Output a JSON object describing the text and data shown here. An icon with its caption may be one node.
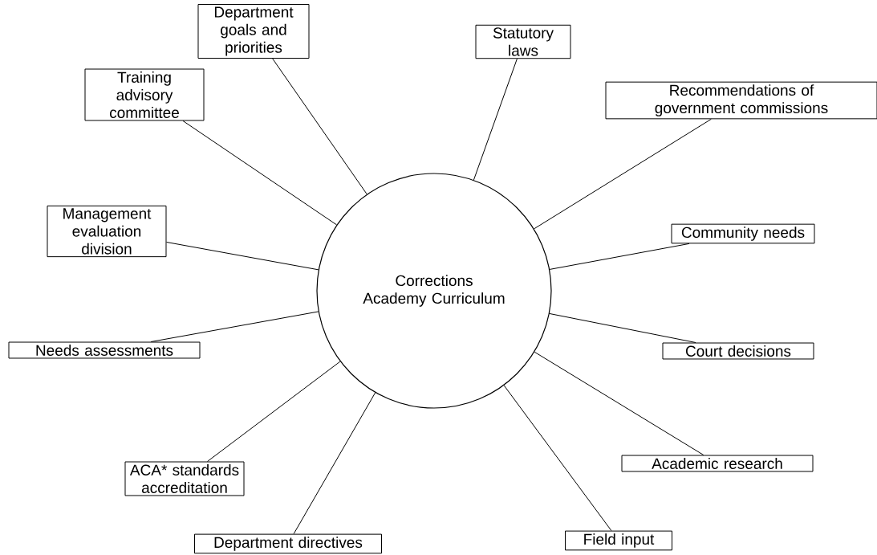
{
  "diagram": {
    "nodes": [
      {
        "text": [
          "Corrections Academy Curriculum"
        ]
      },
      {
        "text": [
          "Department goals and priorities"
        ]
      },
      {
        "text": [
          "Statutory laws"
        ]
      },
      {
        "text": [
          "Training advisory committee"
        ]
      },
      {
        "text": [
          "Recommendations of government commissions"
        ]
      },
      {
        "text": [
          "Management evaluation division"
        ]
      },
      {
        "text": [
          "Community needs"
        ]
      },
      {
        "text": [
          "Needs assessments"
        ]
      },
      {
        "text": [
          "Court decisions"
        ]
      },
      {
        "text": [
          "ACA* standards accreditation"
        ]
      },
      {
        "text": [
          "Academic research"
        ]
      },
      {
        "text": [
          "Department directives"
        ]
      },
      {
        "text": [
          "Field input"
        ]
      }
    ],
    "edges": [
      {
        "from": 1,
        "to": 0,
        "arrow": "none"
      },
      {
        "from": 2,
        "to": 0,
        "arrow": "none"
      },
      {
        "from": 3,
        "to": 0,
        "arrow": "none"
      },
      {
        "from": 4,
        "to": 0,
        "arrow": "none"
      },
      {
        "from": 5,
        "to": 0,
        "arrow": "none"
      },
      {
        "from": 6,
        "to": 0,
        "arrow": "none"
      },
      {
        "from": 7,
        "to": 0,
        "arrow": "none"
      },
      {
        "from": 8,
        "to": 0,
        "arrow": "none"
      },
      {
        "from": 9,
        "to": 0,
        "arrow": "none"
      },
      {
        "from": 10,
        "to": 0,
        "arrow": "none"
      },
      {
        "from": 11,
        "to": 0,
        "arrow": "none"
      },
      {
        "from": 12,
        "to": 0,
        "arrow": "none"
      }
    ]
  }
}
